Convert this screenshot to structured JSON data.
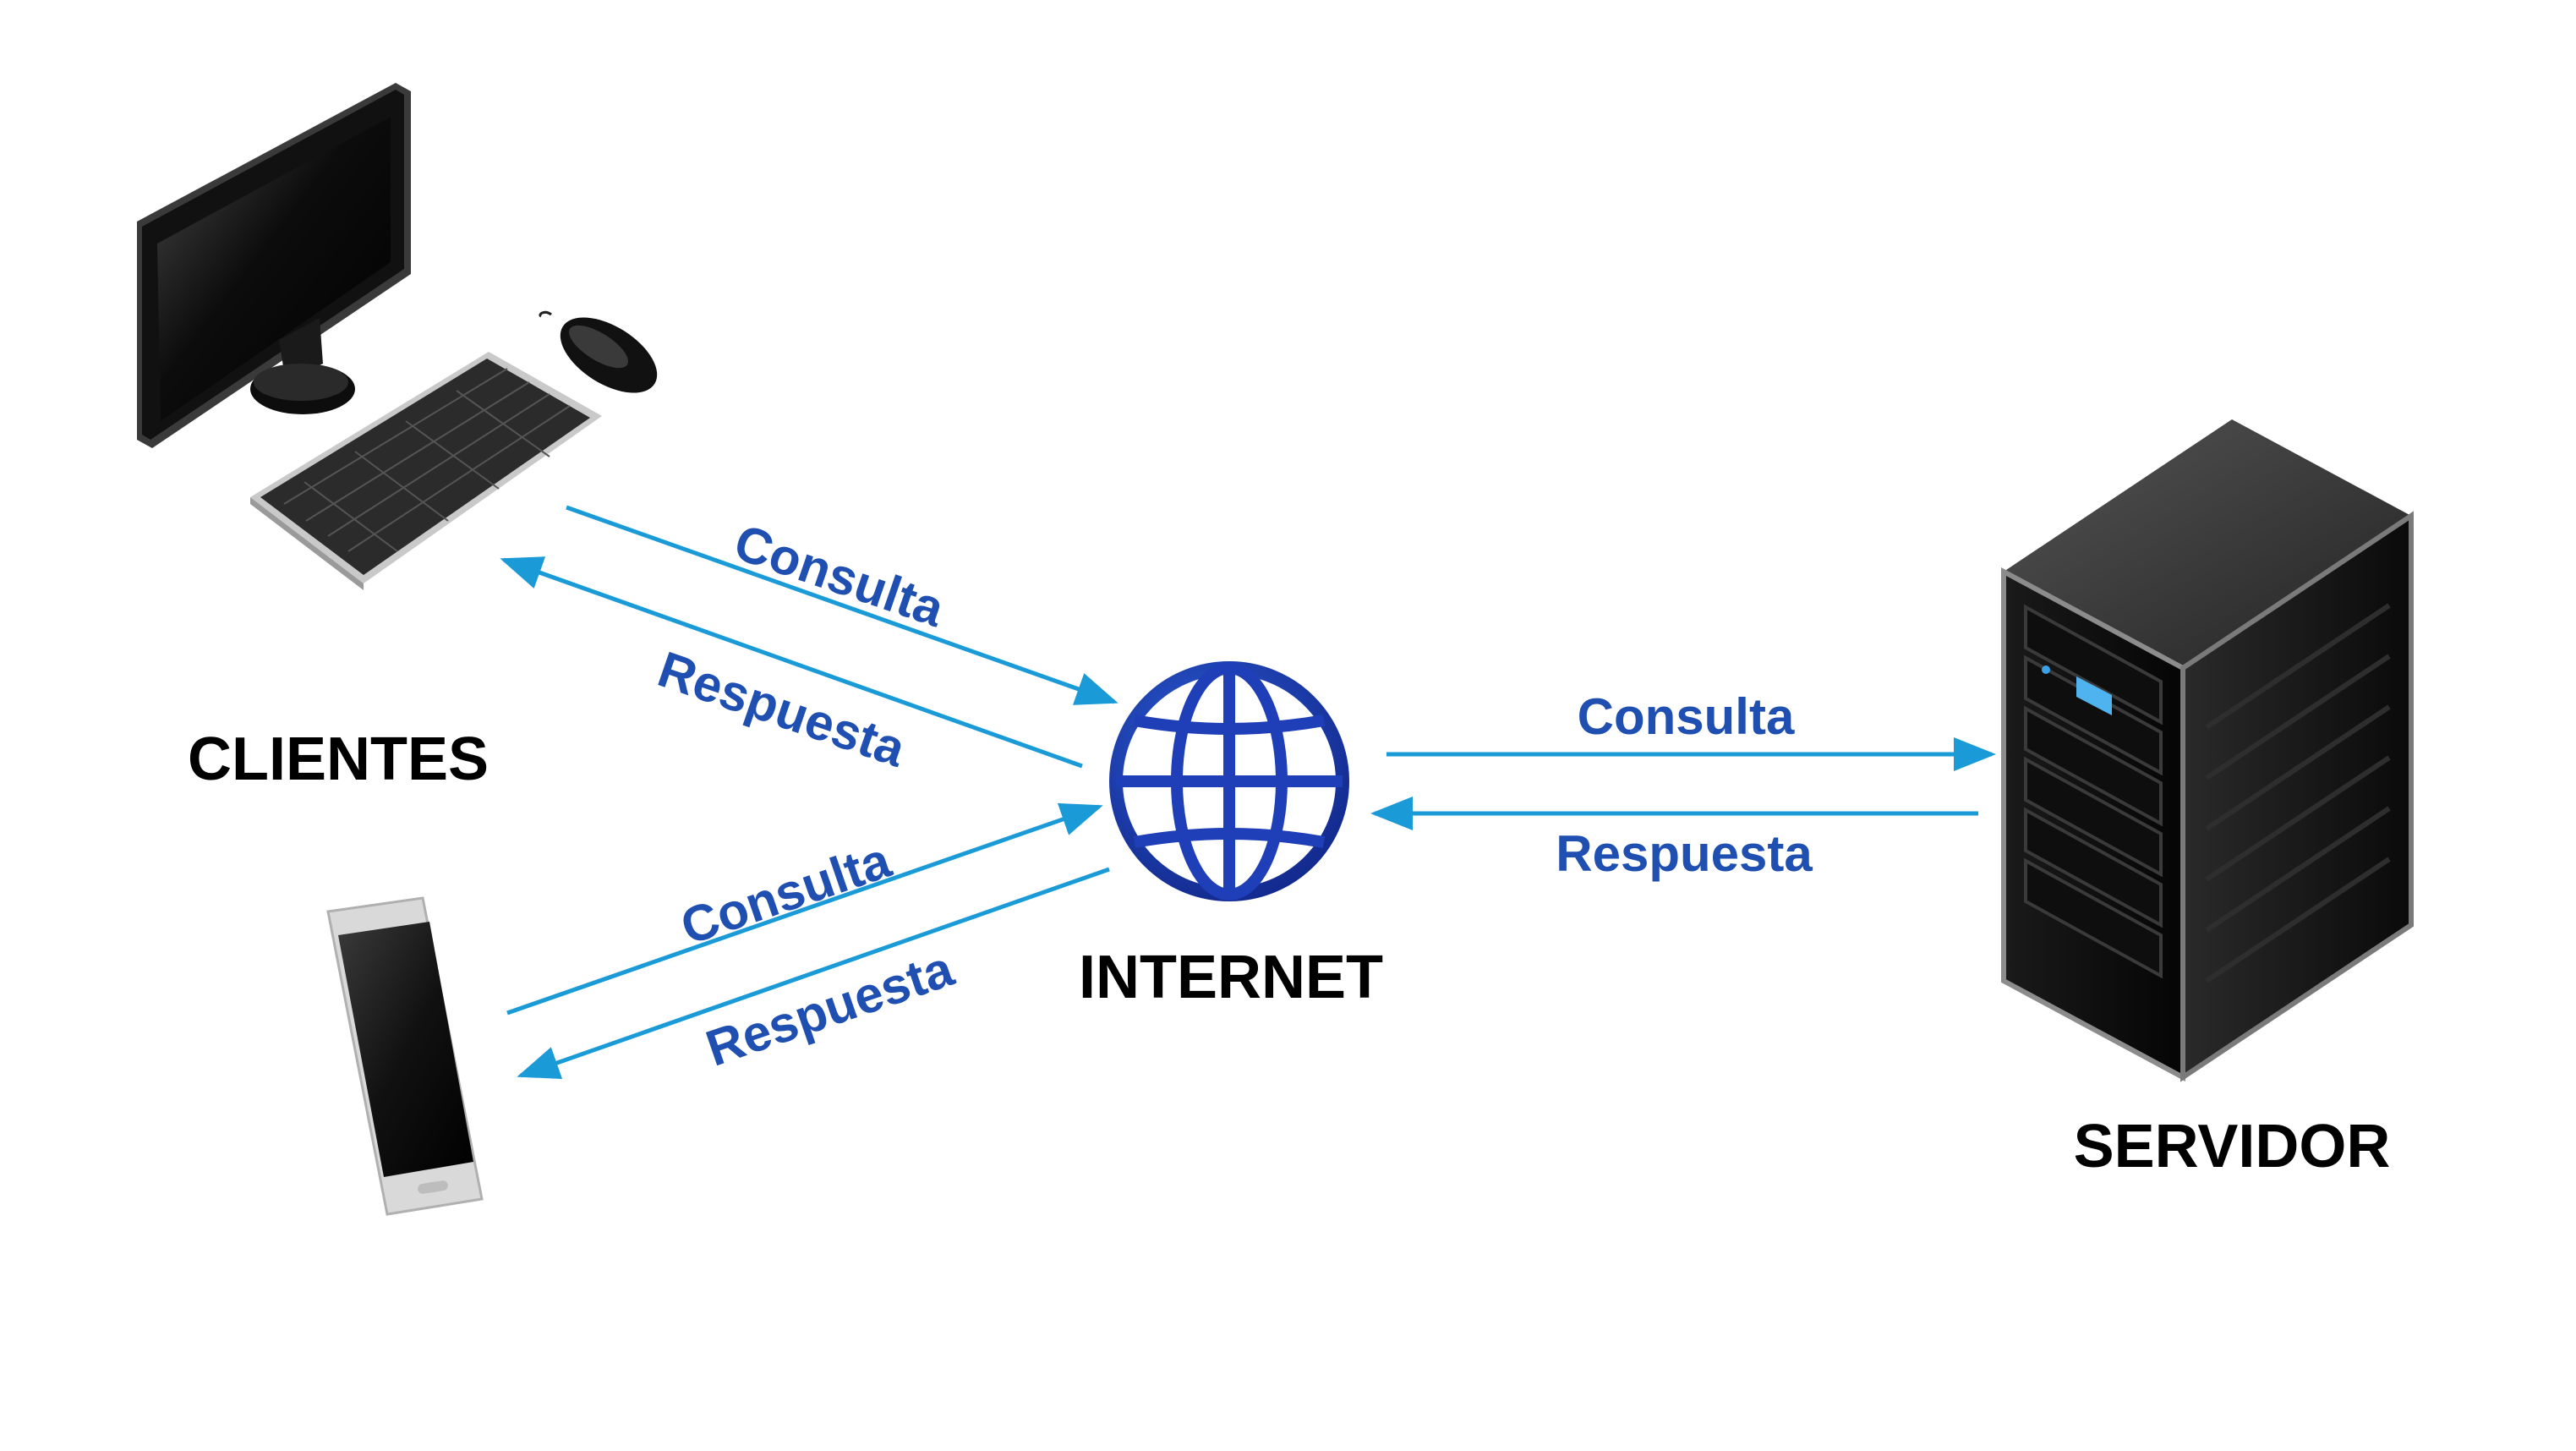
{
  "nodes": {
    "clients": {
      "label": "CLIENTES"
    },
    "internet": {
      "label": "INTERNET"
    },
    "server": {
      "label": "SERVIDOR"
    }
  },
  "edges": {
    "desktop_request": {
      "label": "Consulta"
    },
    "desktop_response": {
      "label": "Respuesta"
    },
    "phone_request": {
      "label": "Consulta"
    },
    "phone_response": {
      "label": "Respuesta"
    },
    "server_request": {
      "label": "Consulta"
    },
    "server_response": {
      "label": "Respuesta"
    }
  },
  "colors": {
    "arrow": "#1a9bd7",
    "edge_text": "#1f4fb0",
    "globe": "#1f3fb8",
    "node_text": "#000000"
  },
  "icons": {
    "desktop": "desktop-computer-icon",
    "keyboard": "keyboard-icon",
    "mouse": "mouse-icon",
    "phone": "smartphone-icon",
    "globe": "globe-icon",
    "server": "server-tower-icon"
  }
}
